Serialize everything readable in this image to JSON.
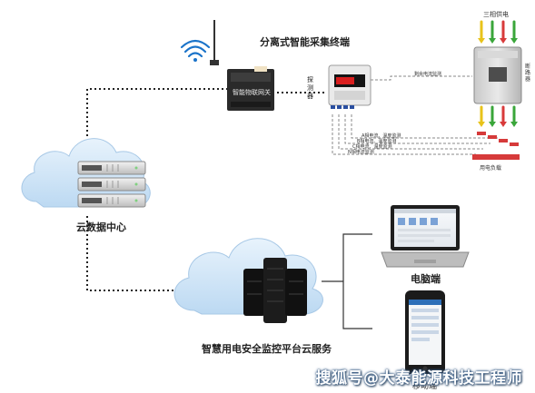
{
  "labels": {
    "gateway_title": "分离式智能采集终端",
    "gateway_device": "智能物联网关",
    "detector": "探测器",
    "cloud_data_center": "云数据中心",
    "pc_client": "电脑端",
    "mobile_client": "移动端",
    "cloud_service": "智慧用电安全监控平台云服务",
    "three_phase_supply": "三相供电",
    "breaker": "断路器",
    "load": "用电负载",
    "signal_a": "A相电流、温度监测",
    "signal_b": "B相电流、温度监测",
    "signal_c": "C相电流、温度监测",
    "signal_n": "N相电流监测",
    "signal_leak": "剩余电流监测",
    "watermark": "搜狐号@大泰能源科技工程师"
  },
  "colors": {
    "cloud": "#cfe6f8",
    "server": "#1c1c1c",
    "wire_phase_a": "#e8c31a",
    "wire_phase_b": "#3aa63a",
    "wire_phase_c": "#d83a3a",
    "wire_neutral": "#3a6fd8",
    "load_bar": "#d63a3a"
  },
  "icons": [
    "wifi-icon",
    "antenna-icon",
    "cloud-icon",
    "server-rack-icon",
    "laptop-icon",
    "phone-icon"
  ]
}
